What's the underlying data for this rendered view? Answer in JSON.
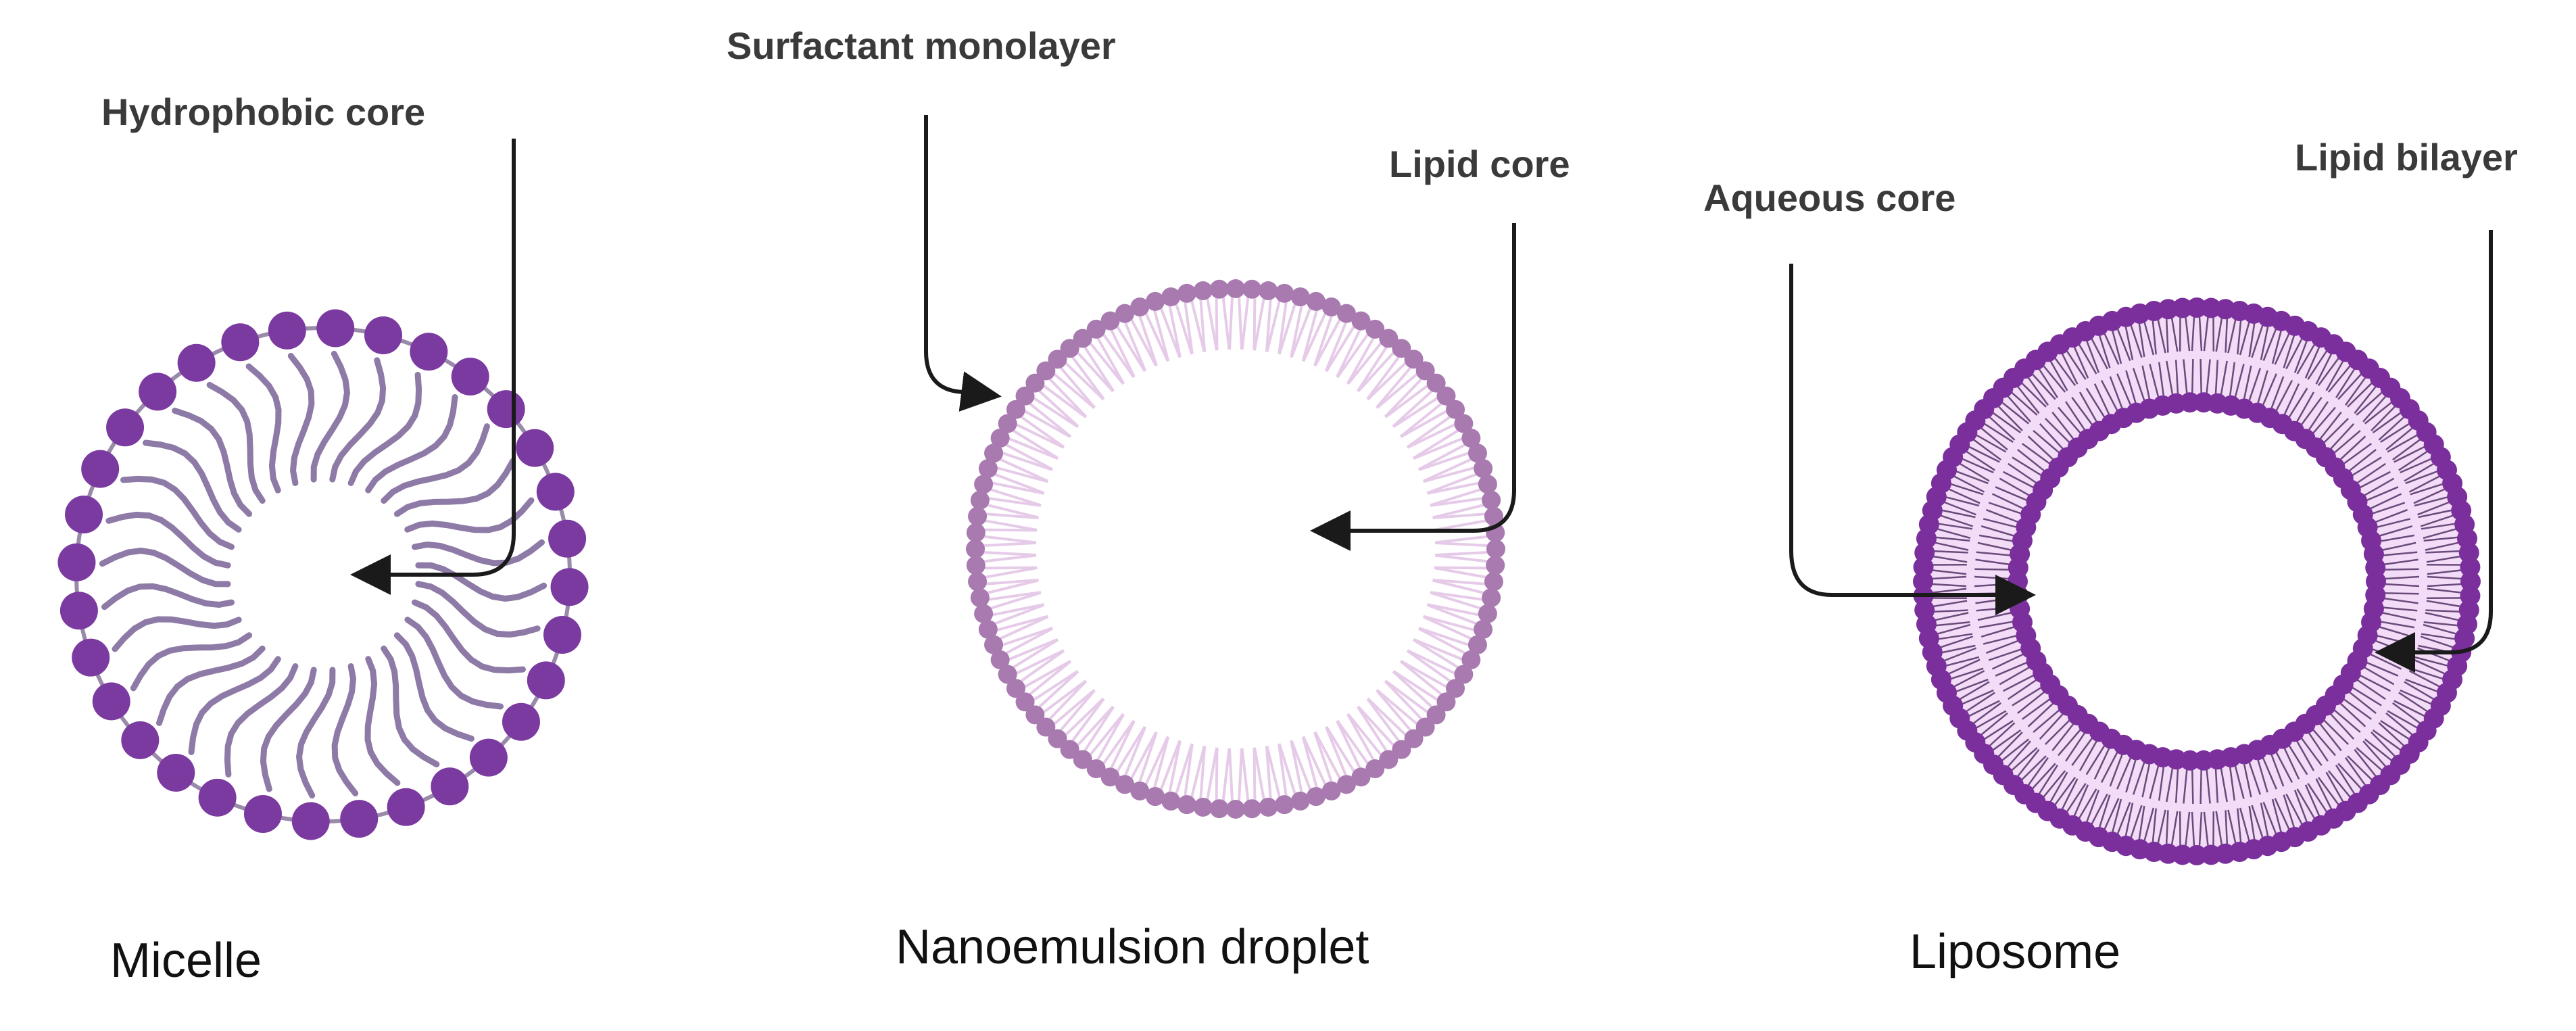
{
  "labels": {
    "hydrophobic_core": "Hydrophobic core",
    "surfactant_monolayer": "Surfactant monolayer",
    "lipid_core": "Lipid core",
    "aqueous_core": "Aqueous core",
    "lipid_bilayer": "Lipid bilayer"
  },
  "titles": {
    "micelle": "Micelle",
    "nanoemulsion": "Nanoemulsion droplet",
    "liposome": "Liposome"
  },
  "colors": {
    "micelle_head": "#7a3aa0",
    "micelle_tail": "#8e7aa6",
    "micelle_ring": "#9a8aaa",
    "nano_head": "#a87ab0",
    "nano_tail": "#e6cbe9",
    "lipo_head": "#7a2f9c",
    "lipo_fill": "#f3dcf7",
    "lipo_tail": "#6a4a7a",
    "arrow": "#1a1a1a",
    "text": "#3a3a3a"
  }
}
